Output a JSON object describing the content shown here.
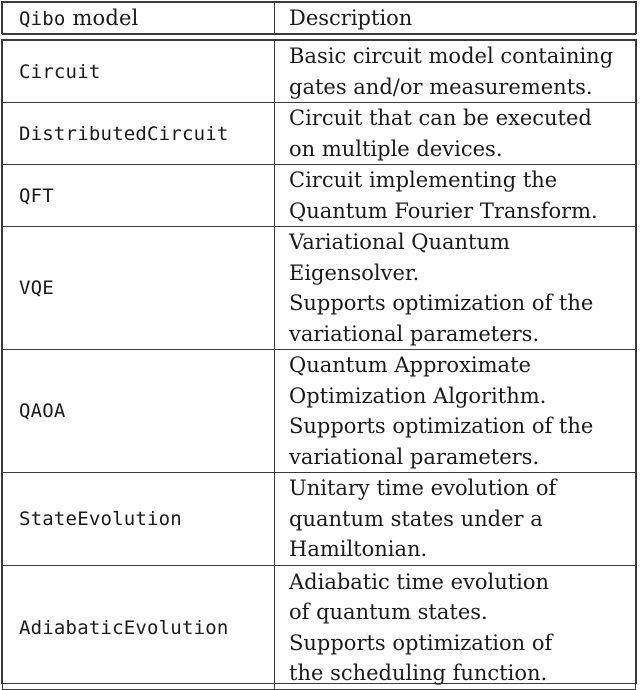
{
  "header": {
    "model_prefix": "Qibo",
    "model_suffix": " model",
    "description": "Description"
  },
  "rows": [
    {
      "model": "Circuit",
      "description": [
        "Basic circuit model containing",
        "gates and/or measurements."
      ]
    },
    {
      "model": "DistributedCircuit",
      "description": [
        "Circuit that can be executed",
        "on multiple devices."
      ]
    },
    {
      "model": "QFT",
      "description": [
        "Circuit implementing the",
        "Quantum Fourier Transform."
      ]
    },
    {
      "model": "VQE",
      "description": [
        "Variational Quantum",
        "Eigensolver.",
        "Supports optimization of the",
        "variational parameters."
      ]
    },
    {
      "model": "QAOA",
      "description": [
        "Quantum Approximate",
        "Optimization Algorithm.",
        "Supports optimization of the",
        "variational parameters."
      ]
    },
    {
      "model": "StateEvolution",
      "description": [
        "Unitary time evolution of",
        "quantum states under a",
        "Hamiltonian."
      ]
    },
    {
      "model": "AdiabaticEvolution",
      "description": [
        "Adiabatic time evolution",
        "of quantum states.",
        "Supports optimization of",
        "the scheduling function."
      ]
    }
  ]
}
